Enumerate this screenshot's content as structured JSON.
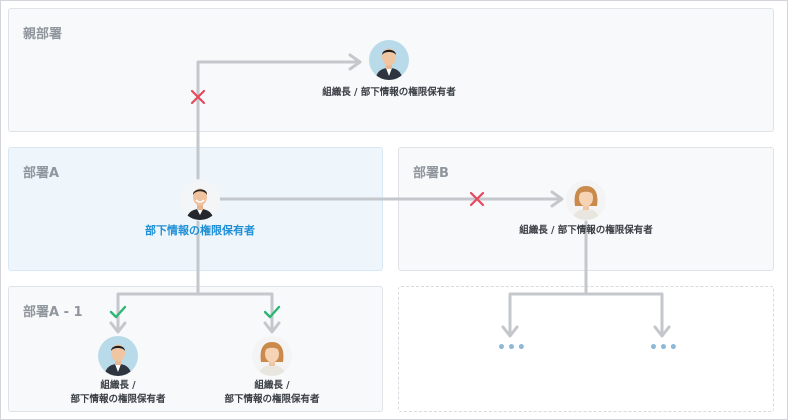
{
  "departments": {
    "parent": {
      "title": "親部署"
    },
    "dept_a": {
      "title": "部署A"
    },
    "dept_b": {
      "title": "部署B"
    },
    "dept_a1": {
      "title": "部署A - 1"
    }
  },
  "people": {
    "parent_head": {
      "label": "組織長 / 部下情報の権限保有者",
      "avatar": "man-avatar"
    },
    "a_holder": {
      "label": "部下情報の権限保有者",
      "avatar": "young-man-avatar"
    },
    "b_head": {
      "label": "組織長 / 部下情報の権限保有者",
      "avatar": "woman-avatar"
    },
    "a1_head_1": {
      "label_line1": "組織長 /",
      "label_line2": "部下情報の権限保有者",
      "avatar": "man-avatar"
    },
    "a1_head_2": {
      "label_line1": "組織長 /",
      "label_line2": "部下情報の権限保有者",
      "avatar": "woman-avatar"
    }
  },
  "placeholders": {
    "left": "•••",
    "right": "•••"
  },
  "access": {
    "to_parent": "denied",
    "to_dept_b": "denied",
    "to_a1_left": "allowed",
    "to_a1_right": "allowed"
  },
  "colors": {
    "highlight_text": "#1f8fd6",
    "denied": "#e5495d",
    "allowed": "#2bb673",
    "connector": "#c4c7cb"
  }
}
